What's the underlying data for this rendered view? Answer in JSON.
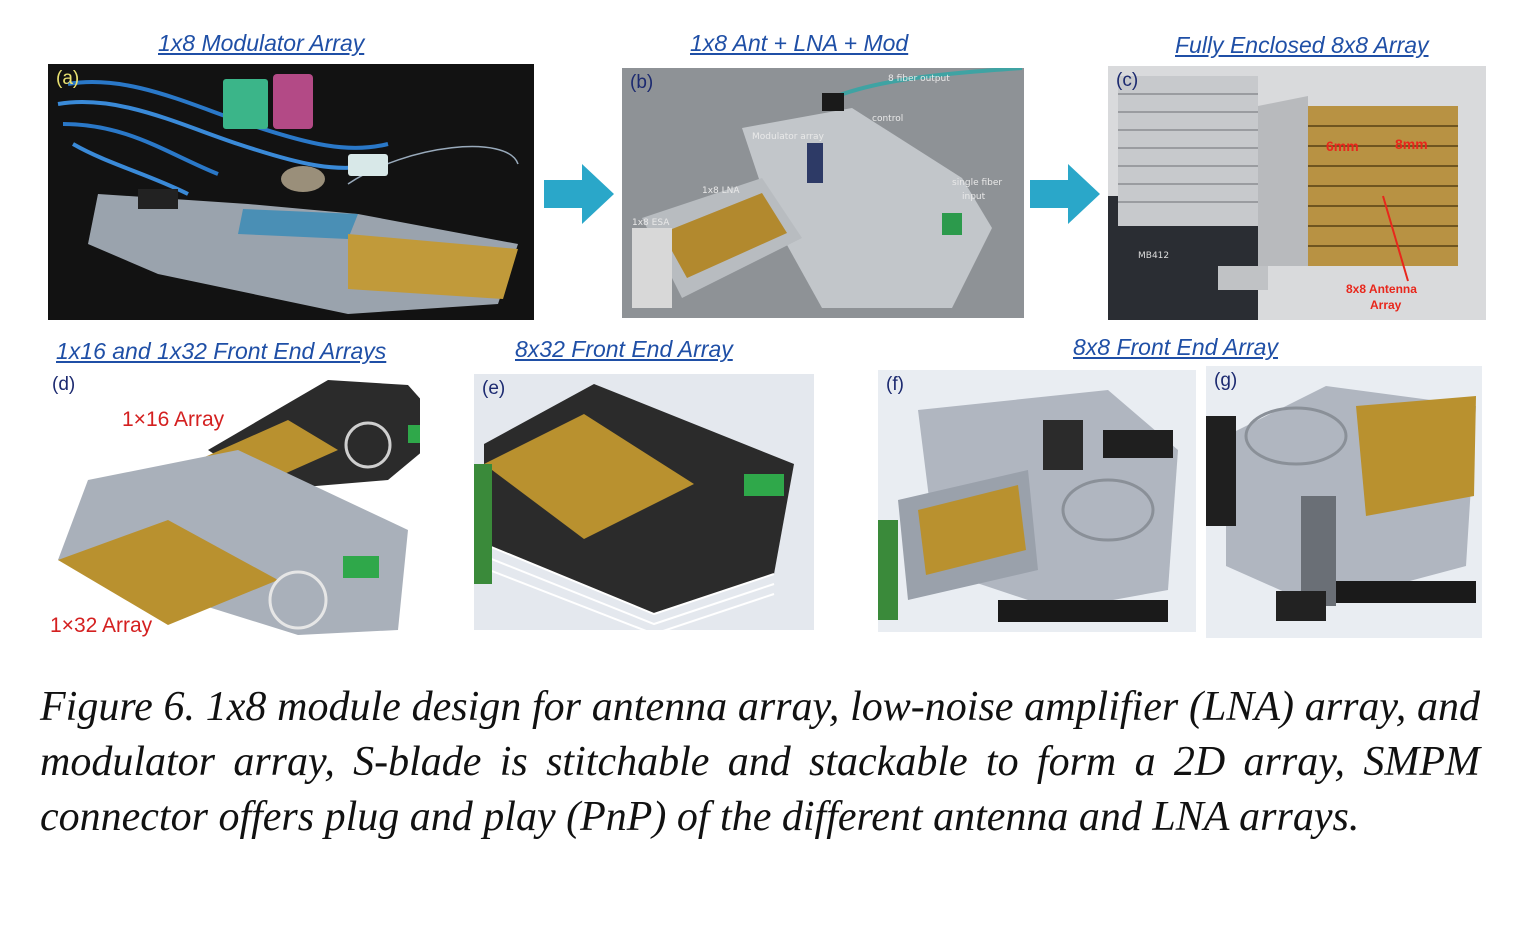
{
  "headings": {
    "a": "1x8 Modulator Array",
    "b": "1x8 Ant + LNA + Mod",
    "c": "Fully Enclosed 8x8 Array",
    "d": "1x16 and 1x32 Front End Arrays",
    "e": "8x32 Front End Array",
    "fg": "8x8 Front End Array"
  },
  "panel_labels": {
    "a": "(a)",
    "b": "(b)",
    "c": "(c)",
    "d": "(d)",
    "e": "(e)",
    "f": "(f)",
    "g": "(g)"
  },
  "photo_b_labels": {
    "fiber_output": "8 fiber output",
    "control": "control",
    "modulator_array": "Modulator array",
    "lna": "1x8 LNA",
    "esa": "1x8 ESA",
    "single_fiber": "single fiber",
    "input": "input"
  },
  "photo_c_labels": {
    "dim_6mm": "6mm",
    "dim_8mm": "8mm",
    "antenna_1": "8x8 Antenna",
    "antenna_2": "Array",
    "mb412": "MB412"
  },
  "render_d_labels": {
    "array_16": "1×16 Array",
    "array_32": "1×32 Array"
  },
  "colors": {
    "heading": "#1f4fa6",
    "panel_label_light": "#e8e070",
    "panel_label_dark": "#1c2a70",
    "array_label_red": "#d42020",
    "arrow": "#2aa7c9"
  },
  "caption": "Figure 6. 1x8 module design for antenna array, low-noise amplifier (LNA) array, and modulator array, S-blade is stitchable and stackable to form a 2D array, SMPM connector offers plug and play (PnP) of the different antenna and LNA arrays."
}
